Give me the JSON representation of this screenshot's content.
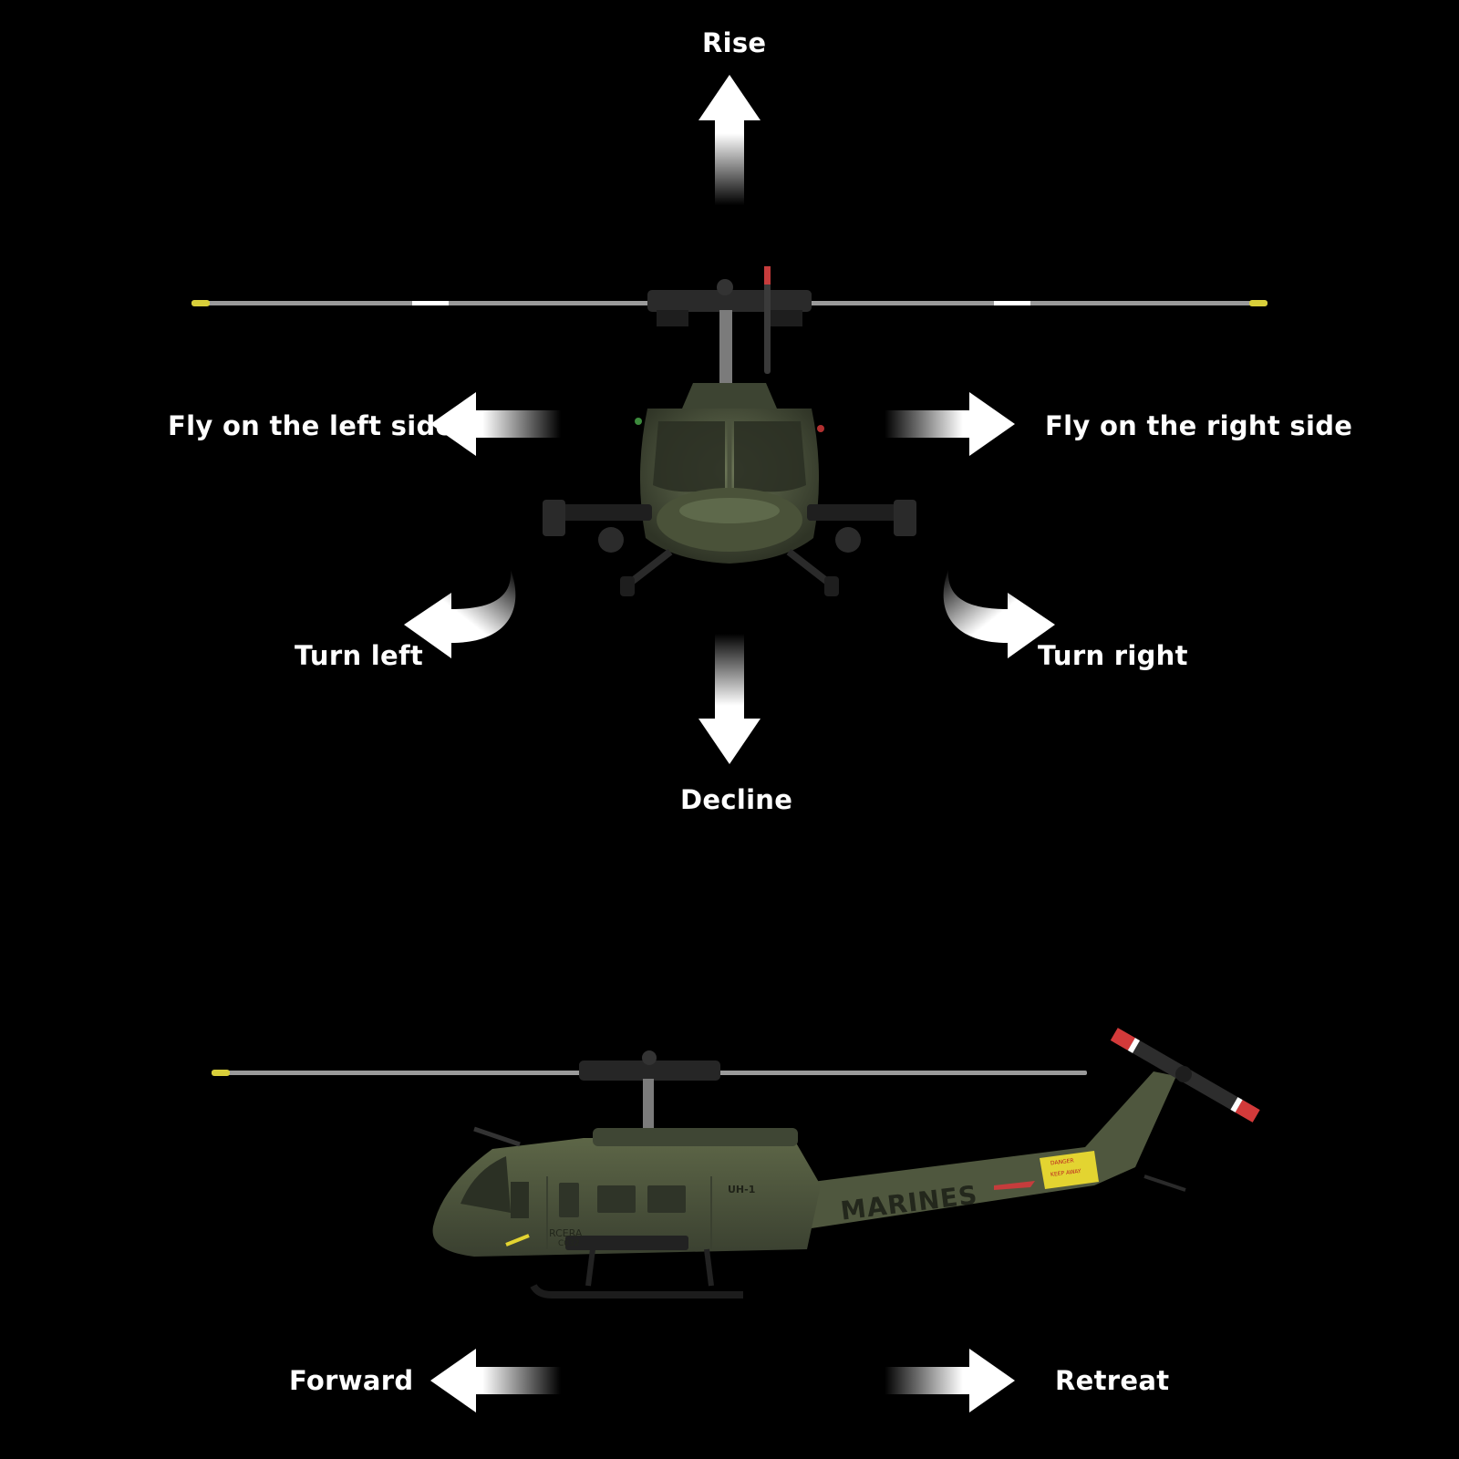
{
  "labels": {
    "rise": "Rise",
    "decline": "Decline",
    "fly_left": "Fly on the left side",
    "fly_right": "Fly on the right side",
    "turn_left": "Turn left",
    "turn_right": "Turn right",
    "forward": "Forward",
    "retreat": "Retreat"
  },
  "helicopter_markings": {
    "model": "UH-1",
    "branch": "MARINES",
    "brand": "RCERA",
    "code": "C032",
    "warning_line1": "DANGER",
    "warning_line2": "KEEP AWAY"
  },
  "colors": {
    "background": "#000000",
    "hull": "#4a5238",
    "arrow": "#ffffff"
  }
}
